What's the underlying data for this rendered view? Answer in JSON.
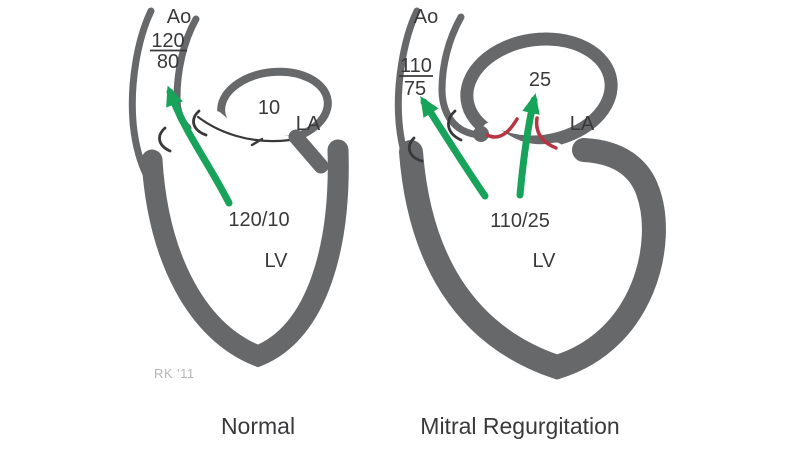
{
  "colors": {
    "wall": "#67686a",
    "flow": "#17a45a",
    "regurg": "#b63540",
    "ink": "#39393b",
    "signature": "#b5b5b7",
    "bg": "#ffffff"
  },
  "panels": {
    "normal": {
      "caption": "Normal",
      "aorta_label": "Ao",
      "aortic_pressure_systolic": "120",
      "aortic_pressure_diastolic": "80",
      "la_pressure": "10",
      "la_label": "LA",
      "lv_pressure": "120/10",
      "lv_label": "LV",
      "signature": "RK '11"
    },
    "mitral_regurgitation": {
      "caption": "Mitral Regurgitation",
      "aorta_label": "Ao",
      "aortic_pressure_systolic": "110",
      "aortic_pressure_diastolic": "75",
      "la_pressure": "25",
      "la_label": "LA",
      "lv_pressure": "110/25",
      "lv_label": "LV"
    }
  }
}
